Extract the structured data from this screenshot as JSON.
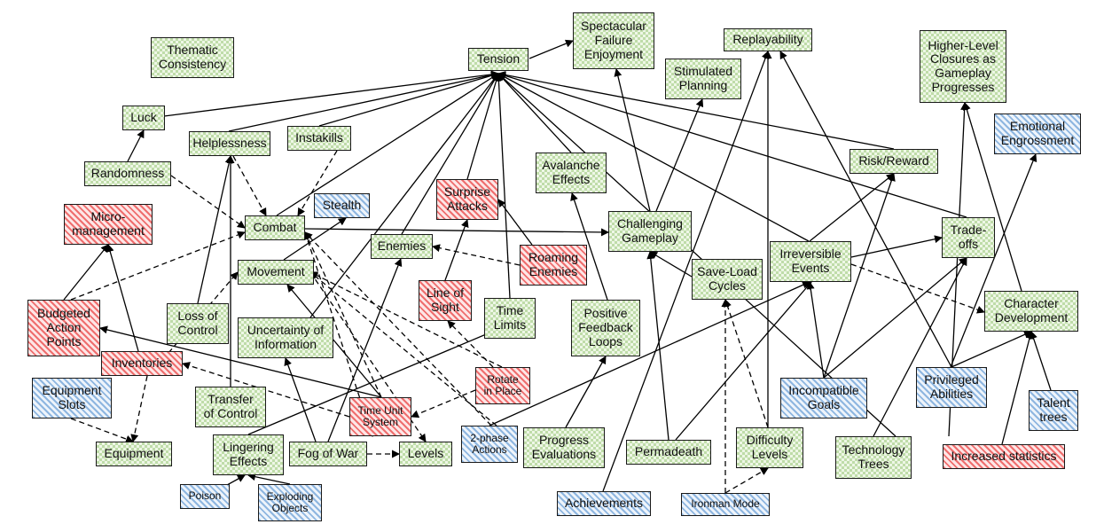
{
  "nodes": {
    "thematic_consistency": "Thematic\nConsistency",
    "tension": "Tension",
    "spectacular_failure": "Spectacular\nFailure\nEnjoyment",
    "replayability": "Replayability",
    "higher_level_closures": "Higher-Level\nClosures as\nGameplay\nProgresses",
    "stimulated_planning": "Stimulated\nPlanning",
    "luck": "Luck",
    "helplessness": "Helplessness",
    "instakills": "Instakills",
    "emotional_engrossment": "Emotional\nEngrossment",
    "randomness": "Randomness",
    "avalanche_effects": "Avalanche\nEffects",
    "risk_reward": "Risk/Reward",
    "micro_management": "Micro-\nmanagement",
    "surprise_attacks": "Surprise\nAttacks",
    "stealth": "Stealth",
    "combat": "Combat",
    "challenging_gameplay": "Challenging\nGameplay",
    "trade_offs": "Trade-\noffs",
    "enemies": "Enemies",
    "roaming_enemies": "Roaming\nEnemies",
    "irreversible_events": "Irreversible\nEvents",
    "movement": "Movement",
    "save_load_cycles": "Save-Load\nCycles",
    "line_of_sight": "Line of\nSight",
    "budgeted_action_points": "Budgeted\nAction\nPoints",
    "loss_of_control": "Loss of\nControl",
    "uncertainty_of_information": "Uncertainty of\nInformation",
    "time_limits": "Time\nLimits",
    "positive_feedback_loops": "Positive\nFeedback\nLoops",
    "character_development": "Character\nDevelopment",
    "inventories": "Inventories",
    "rotate_in_place": "Rotate\nin Place",
    "equipment_slots": "Equipment\nSlots",
    "transfer_of_control": "Transfer\nof Control",
    "time_unit_system": "Time Unit\nSystem",
    "incompatible_goals": "Incompatible\nGoals",
    "privileged_abilities": "Privileged\nAbilities",
    "talent_trees": "Talent\ntrees",
    "lingering_effects": "Lingering\nEffects",
    "fog_of_war": "Fog of War",
    "levels": "Levels",
    "two_phase_actions": "2-phase\nActions",
    "progress_evaluations": "Progress\nEvaluations",
    "permadeath": "Permadeath",
    "difficulty_levels": "Difficulty\nLevels",
    "technology_trees": "Technology\nTrees",
    "increased_statistics": "Increased statistics",
    "equipment": "Equipment",
    "poison": "Poison",
    "exploding_objects": "Exploding\nObjects",
    "achievements": "Achievements",
    "ironman_mode": "Ironman Mode"
  }
}
